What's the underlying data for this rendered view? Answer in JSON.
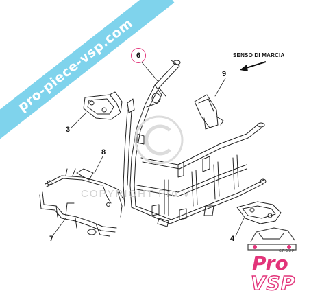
{
  "watermark_banner": {
    "text": "pro-piece-vsp.com"
  },
  "direction_label": "SENSO DI MARCIA",
  "copyright_watermark": "COPYRIGHT Pro V",
  "callouts": [
    {
      "id": "3",
      "text": "3"
    },
    {
      "id": "4",
      "text": "4"
    },
    {
      "id": "6",
      "text": "6"
    },
    {
      "id": "7",
      "text": "7"
    },
    {
      "id": "8",
      "text": "8"
    },
    {
      "id": "9",
      "text": "9"
    }
  ],
  "logo": {
    "top_text": "Pro",
    "bottom_text": "VSP",
    "group_text": "GROUP"
  },
  "colors": {
    "accent": "#e2347a",
    "banner": "#7fd3ec",
    "line": "#222222"
  },
  "icons": [
    "copyright-symbol-icon",
    "direction-arrow-icon",
    "car-outline-icon"
  ]
}
